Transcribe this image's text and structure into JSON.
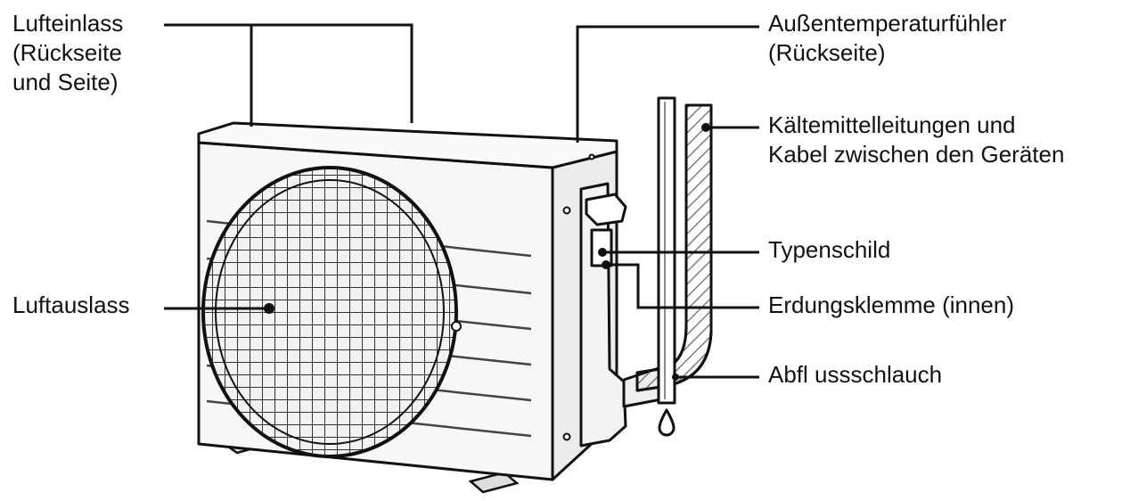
{
  "labels": {
    "air_inlet": [
      "Lufteinlass",
      "(Rückseite",
      "und Seite)"
    ],
    "outside_temp_sensor": [
      "Außentemperaturfühler",
      "(Rückseite)"
    ],
    "refrigerant_pipes": [
      "Kältemittelleitungen und",
      "Kabel zwischen den Geräten"
    ],
    "type_plate": "Typenschild",
    "ground_terminal": "Erdungsklemme (innen)",
    "drain_hose": "Abfl ussschlauch",
    "air_outlet": "Luftauslass"
  },
  "colors": {
    "ink": "#111111",
    "unit_fill": "#f7f7f7",
    "hatch": "#666666"
  }
}
